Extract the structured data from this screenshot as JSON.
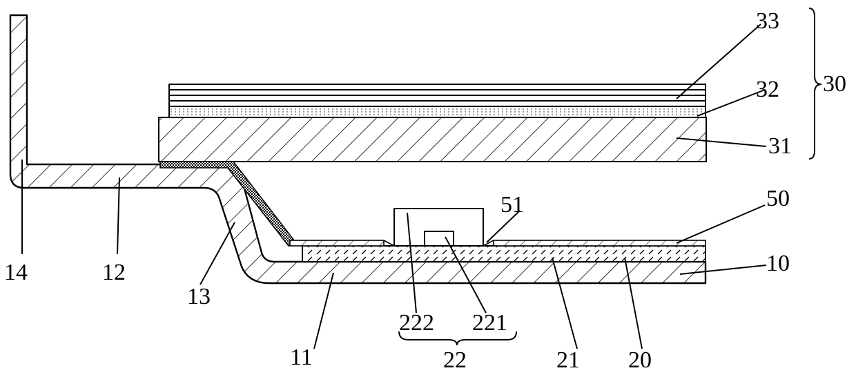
{
  "labels": {
    "l33": "33",
    "l32": "32",
    "l30": "30",
    "l31": "31",
    "l50": "50",
    "l51": "51",
    "l10": "10",
    "l14": "14",
    "l12": "12",
    "l13": "13",
    "l11": "11",
    "l222": "222",
    "l221": "221",
    "l22": "22",
    "l21": "21",
    "l20": "20"
  }
}
